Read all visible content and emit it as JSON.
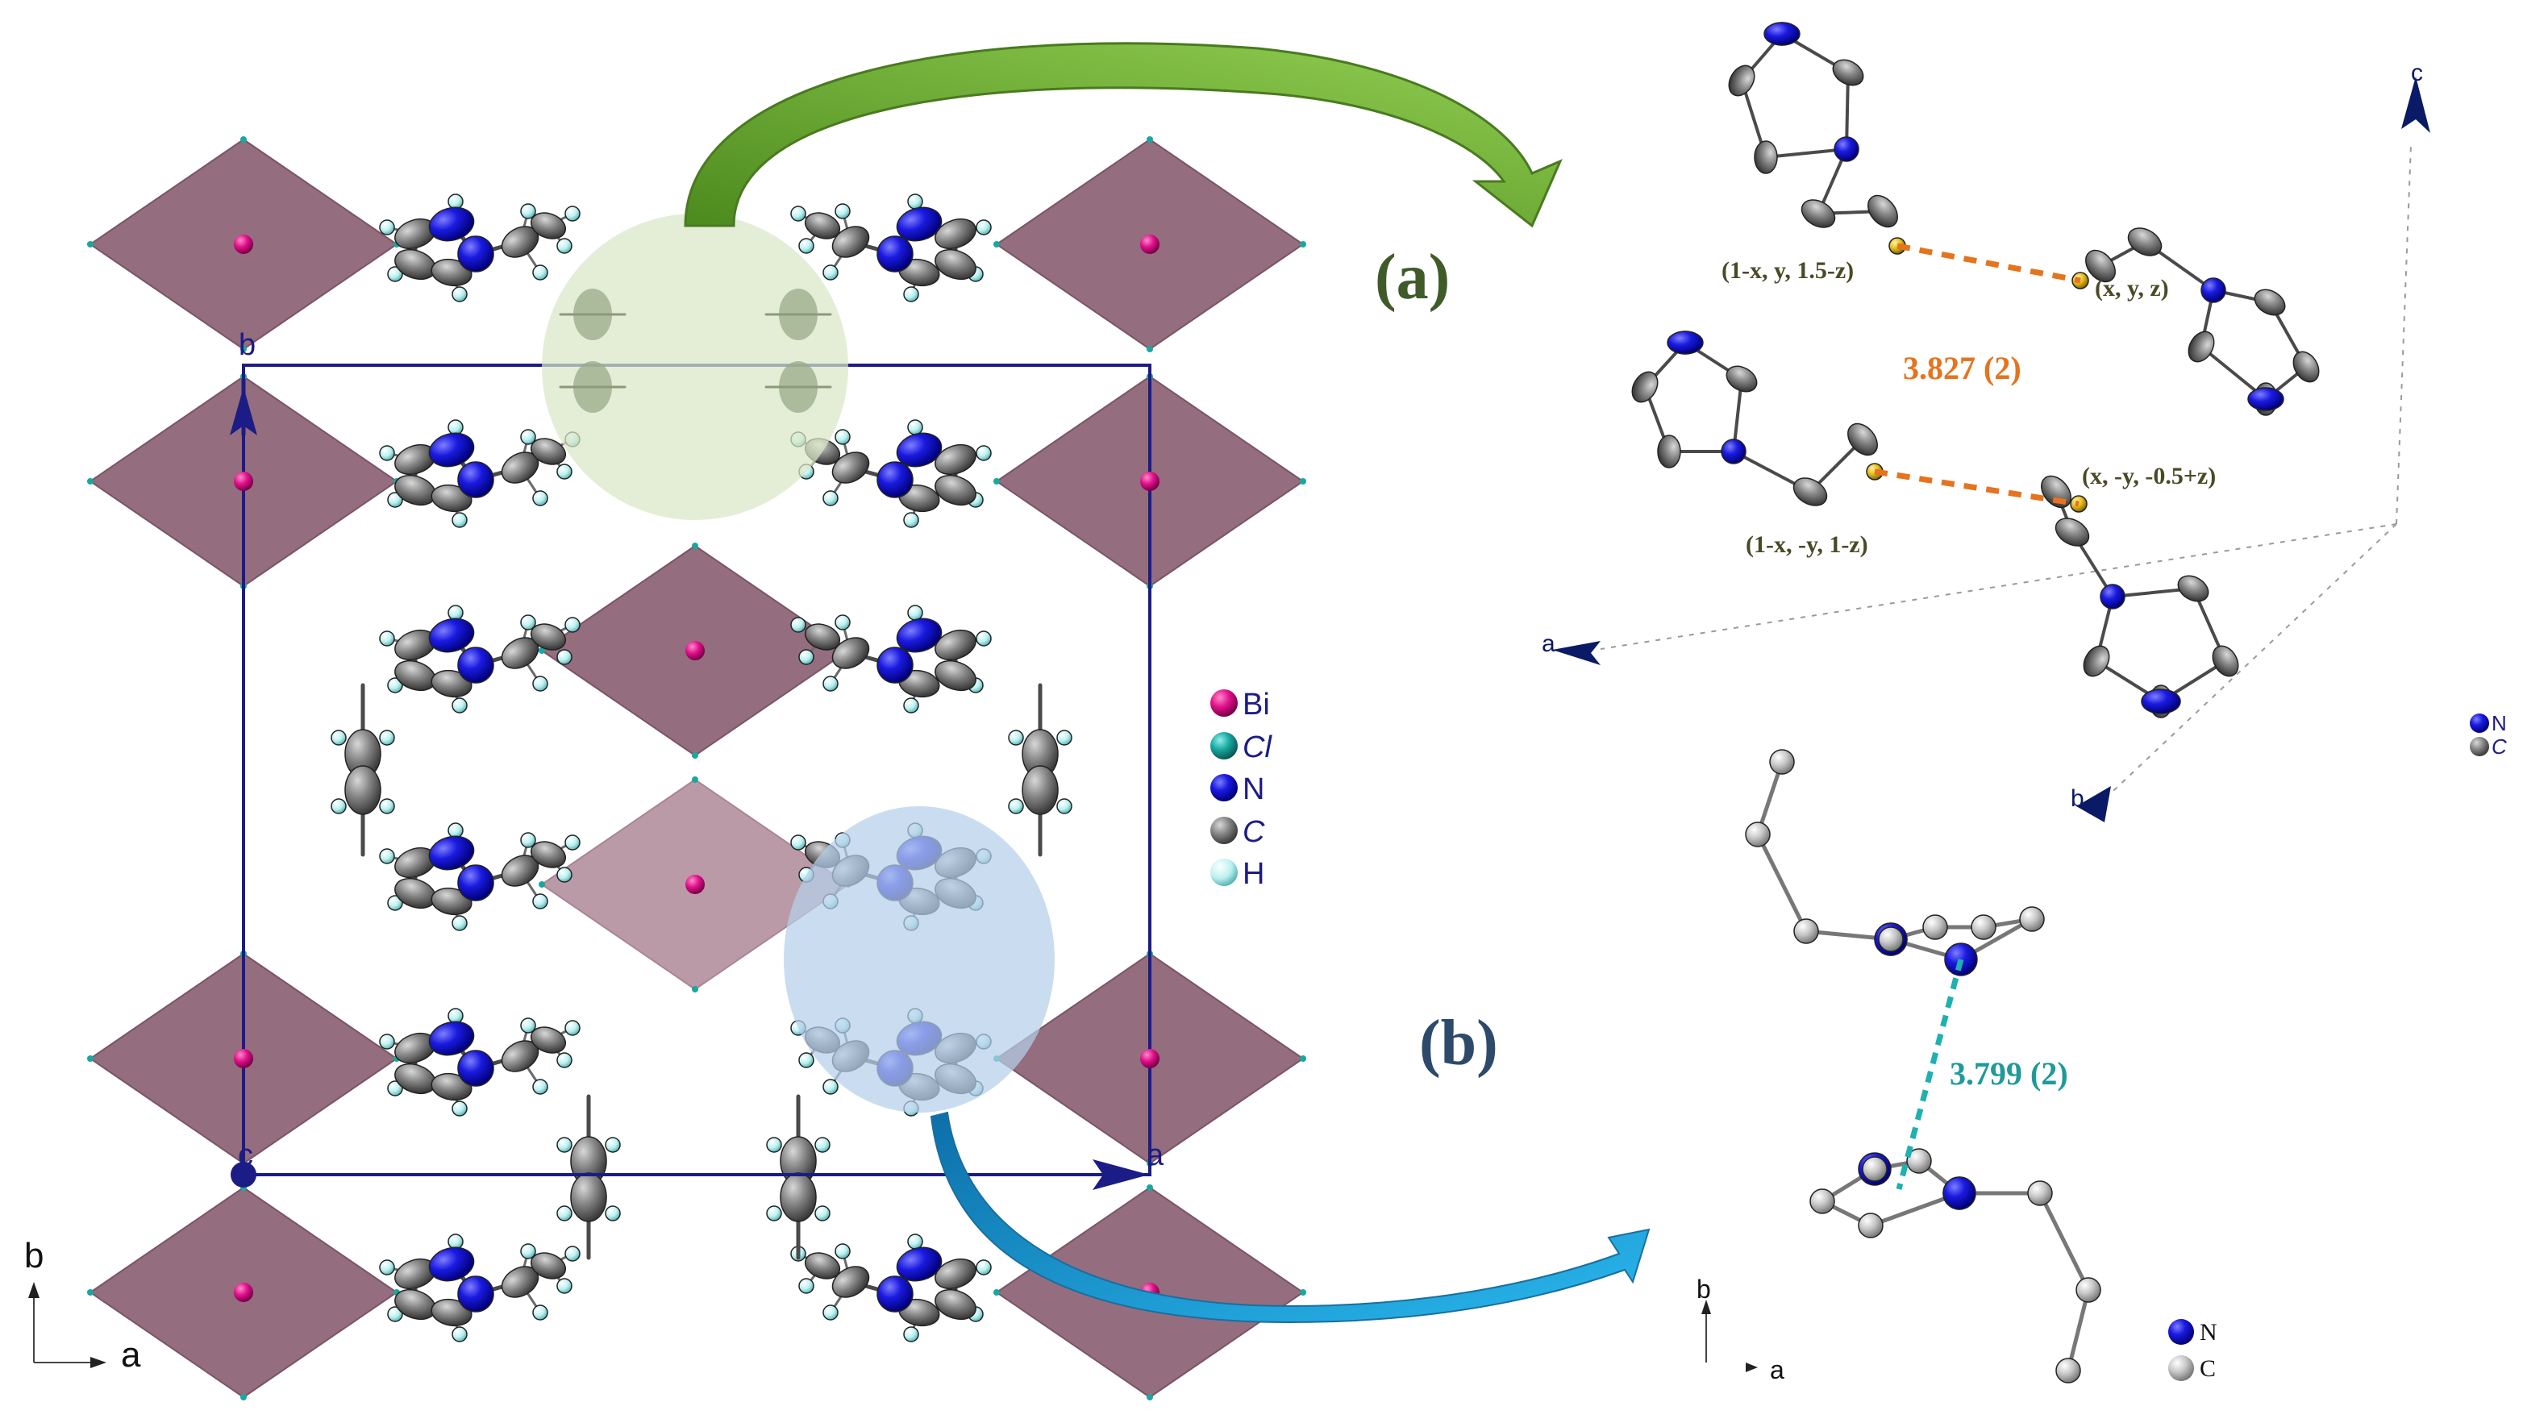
{
  "panel_labels": {
    "a": "(a)",
    "b": "(b)"
  },
  "legend_main": {
    "items": [
      {
        "symbol": "Bi",
        "color": "#e0108a"
      },
      {
        "symbol": "Cl",
        "color": "#18a8a0"
      },
      {
        "symbol": "N",
        "color": "#1414d8"
      },
      {
        "symbol": "C",
        "color": "#808080"
      },
      {
        "symbol": "H",
        "color": "#bdf0f0"
      }
    ]
  },
  "unit_cell_axes": {
    "b": "b",
    "a": "a",
    "c": "c"
  },
  "view_axes": {
    "b": "b",
    "a": "a"
  },
  "inset_a": {
    "symmetry_ops": [
      "(1-x, y, 1.5-z)",
      "(x, y, z)",
      "(x, -y, -0.5+z)",
      "(1-x, -y, 1-z)"
    ],
    "distance": "3.827 (2)",
    "axes": {
      "c": "c",
      "a": "a",
      "b": "b"
    },
    "legend": [
      "N",
      "C"
    ]
  },
  "inset_b": {
    "distance": "3.799 (2)",
    "axes": {
      "b": "b",
      "a": "a"
    },
    "legend": [
      "N",
      "C"
    ]
  },
  "colors": {
    "octahedron": "#8e6577",
    "octahedron_light": "#b795a3",
    "cell": "#1c1c86",
    "nitrogen": "#1414d8",
    "carbon": "#808080",
    "hydrogen": "#bdf0f0",
    "bismuth": "#e0108a",
    "sulfur": "#e6c020",
    "green_highlight": "#d9e8c8",
    "blue_highlight": "#b6d0ea",
    "green_arrow": "#6aa832",
    "blue_arrow": "#1aa0dc",
    "orange_dist": "#e6731e",
    "teal_dist": "#1fb0b0",
    "label_green": "#3f5b2a",
    "label_navy": "#2e4a6a"
  }
}
